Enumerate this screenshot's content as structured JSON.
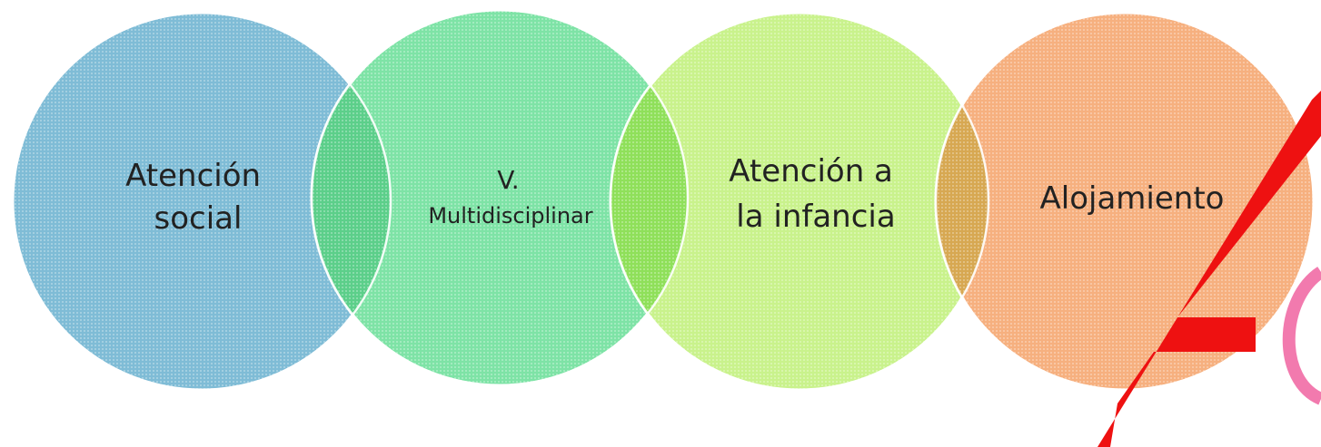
{
  "circles": [
    {
      "lines": [
        "Atención",
        "social"
      ],
      "color": "#7fbcd6"
    },
    {
      "lines": [
        "V.",
        "Multidisciplinar"
      ],
      "color": "#7ee3a6"
    },
    {
      "lines": [
        "Atención a",
        "la infancia"
      ],
      "color": "#c9f28c"
    },
    {
      "lines": [
        "Alojamiento"
      ],
      "color": "#f6b07f"
    }
  ],
  "overlap_colors": [
    "#5ccf8a",
    "#8fe05a",
    "#d7a852"
  ],
  "logo_colors": {
    "stroke_red": "#ee1111",
    "arc_pink": "#f27aae"
  }
}
